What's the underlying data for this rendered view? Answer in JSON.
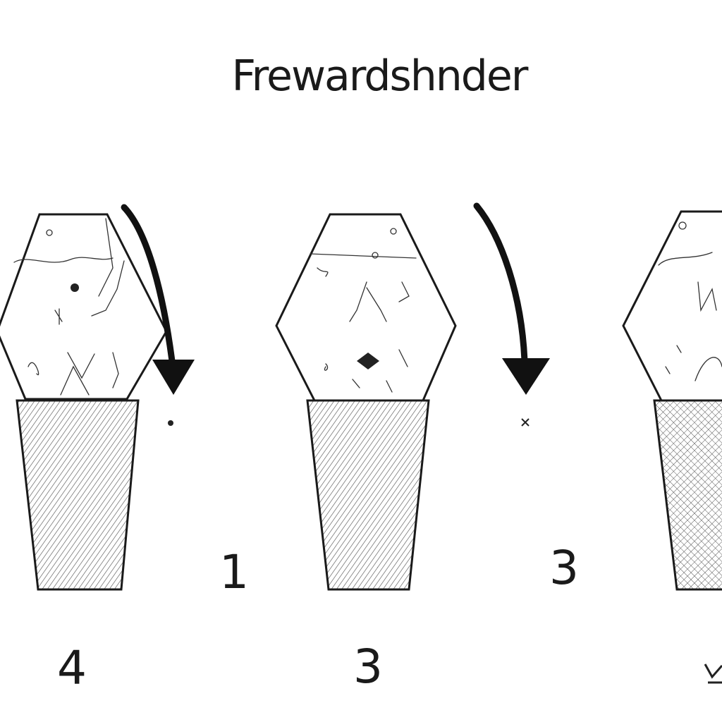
{
  "title": "Frewardshnder",
  "labels": {
    "label_1": "1",
    "label_3_upper": "3",
    "label_4": "4",
    "label_3_lower": "3"
  },
  "colors": {
    "ink": "#1a1a1a",
    "background": "#ffffff",
    "hatch": "#555555"
  }
}
